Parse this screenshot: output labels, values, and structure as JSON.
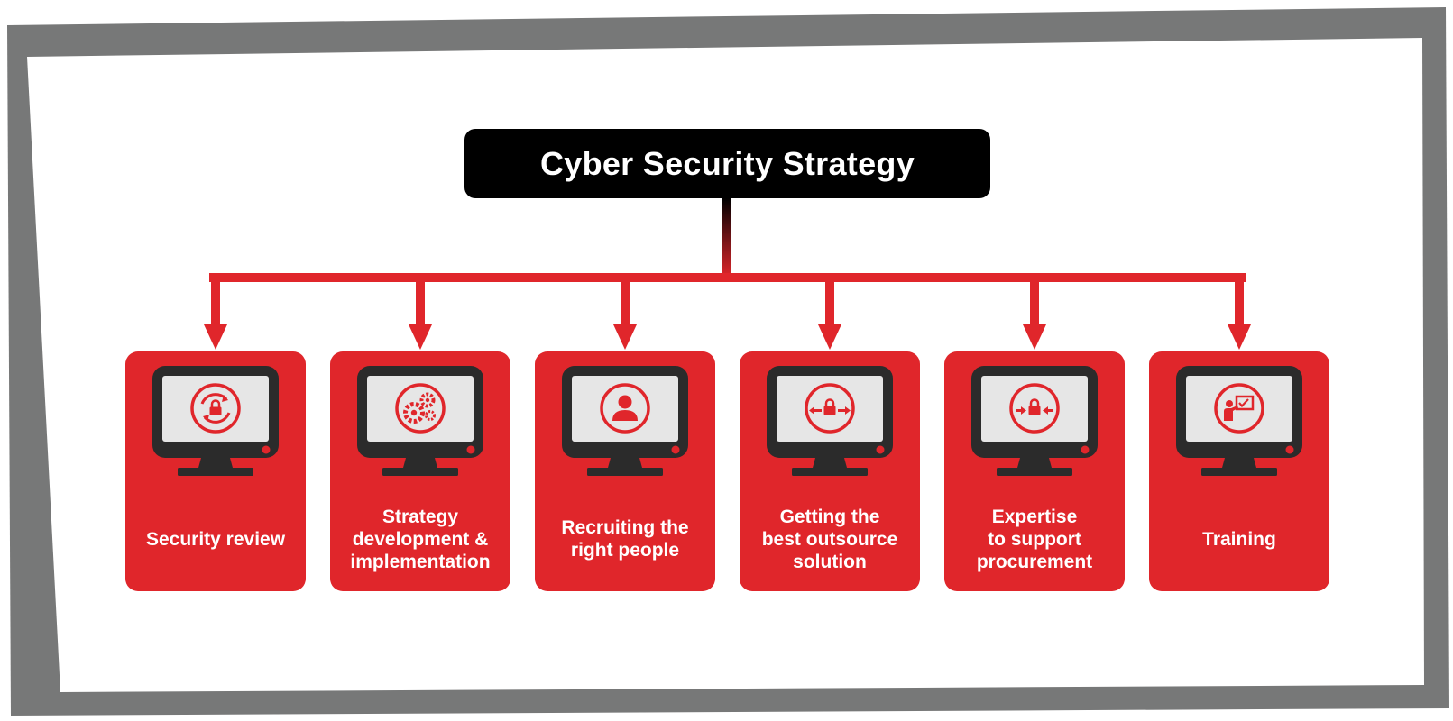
{
  "title": "Cyber Security Strategy",
  "colors": {
    "accent": "#e0262b",
    "dark": "#000000",
    "frame": "#777878",
    "screen": "#e6e6e6",
    "monitor": "#2b2b2b"
  },
  "items": [
    {
      "label": "Security review",
      "icon": "lock-refresh-icon"
    },
    {
      "label": "Strategy\ndevelopment &\nimplementation",
      "icon": "gears-icon"
    },
    {
      "label": "Recruiting the\nright people",
      "icon": "person-icon"
    },
    {
      "label": "Getting the\nbest outsource\nsolution",
      "icon": "lock-arrows-out-icon"
    },
    {
      "label": "Expertise\nto support\nprocurement",
      "icon": "lock-arrows-in-icon"
    },
    {
      "label": "Training",
      "icon": "presentation-icon"
    }
  ]
}
